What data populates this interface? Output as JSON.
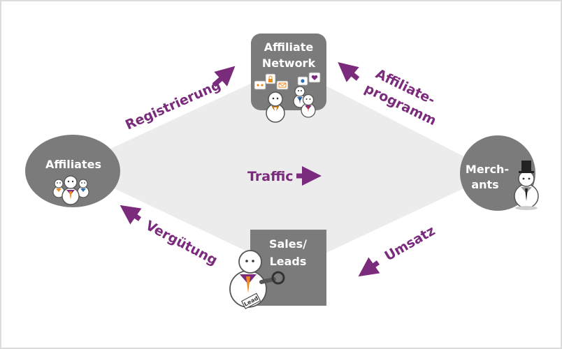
{
  "nodes": {
    "network": {
      "line1": "Affiliate",
      "line2": "Network"
    },
    "affiliates": {
      "label": "Affiliates"
    },
    "merchants": {
      "line1": "Merch-",
      "line2": "ants"
    },
    "sales": {
      "line1": "Sales/",
      "line2": "Leads"
    }
  },
  "flows": {
    "registrierung": "Registrierung",
    "affiliate_programm_1": "Affiliate-",
    "affiliate_programm_2": "programm",
    "traffic": "Traffic",
    "verguetung": "Vergütung",
    "umsatz": "Umsatz"
  },
  "figure": {
    "badge": "Lead"
  },
  "colors": {
    "purple": "#7a2b7c",
    "node_gray": "#7b7b7b",
    "diamond": "#ececec",
    "orange": "#f08a1c",
    "blue": "#2c6fb6",
    "red": "#c0392b",
    "dark": "#3a3a3a"
  }
}
